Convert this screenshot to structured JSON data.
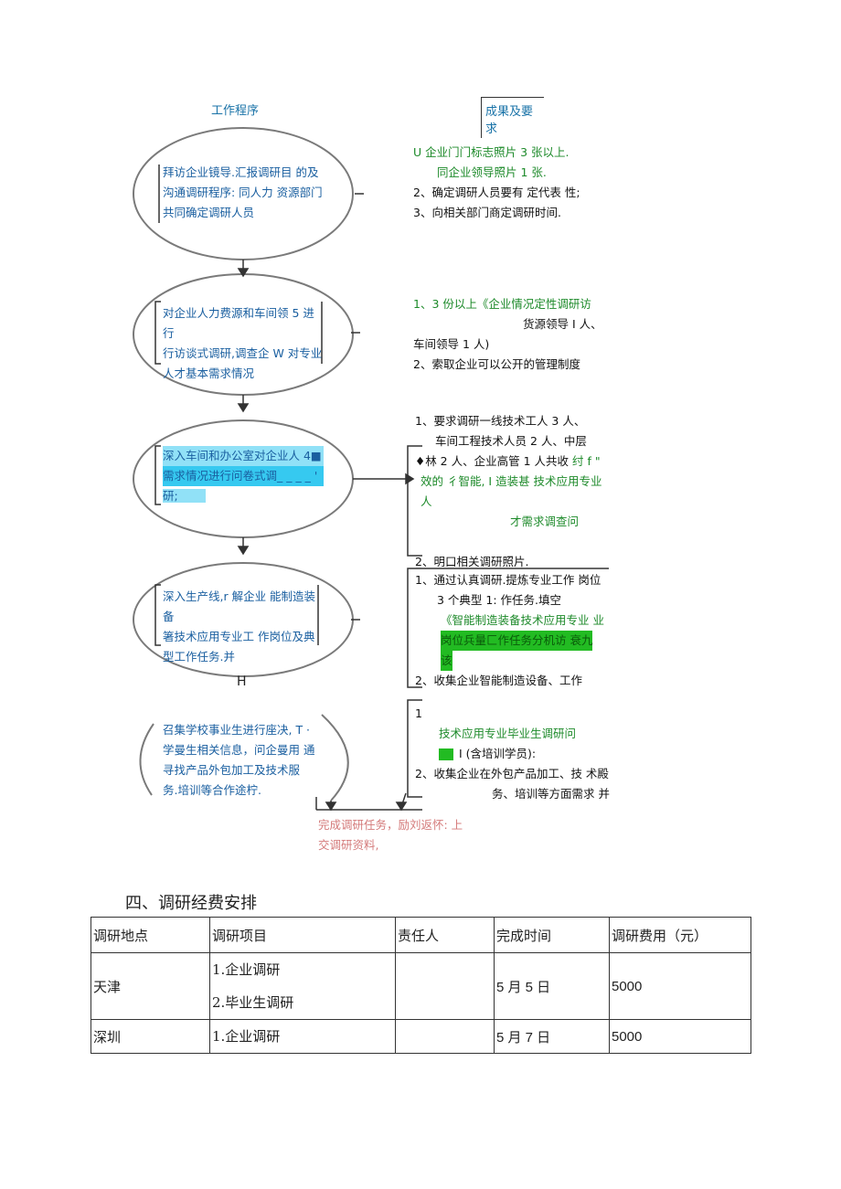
{
  "flow": {
    "header_left": "工作程序",
    "header_right": "成果及要求",
    "steps": [
      {
        "lines": [
          "拜访企业镜导.汇报调研目 的及",
          "沟通调研程序: 同人力 资源部门",
          "共同确定调研人员"
        ]
      },
      {
        "lines": [
          "对企业人力费源和车间领 5  进行",
          "行访谈式调研,调查企 W  对专业",
          "人才基本需求情况"
        ]
      },
      {
        "lines": [
          "深入车间和办公室对企业人 4■",
          "需求情况进行问卷式调_ _ _ _ '",
          "研;"
        ]
      },
      {
        "lines": [
          "深入生产线,r 解企业 能制造装备",
          "箸技术应用专业工 作岗位及典",
          "型工作任务.并"
        ]
      },
      {
        "lines": [
          "召集学校事业生进行座决, T  ·",
          "学曼生相关信息，问企曼用 通",
          "寻找产品外包加工及技术服",
          "务.培训等合作途柠."
        ]
      }
    ],
    "step4_marker": "H",
    "results": [
      {
        "lines": [
          "U 企业门门标志照片 3 张以上.",
          "同企业领导照片 1 张.",
          "2、确定调研人员要有 定代表 性;",
          "3、向相关部门商定调研时间."
        ]
      },
      {
        "lines": [
          "1、3 份以上《企业情况定性调研访",
          "货源领导 I 人、",
          "车间领导 1 人)",
          "2、索取企业可以公开的管理制度"
        ]
      },
      {
        "lines": [
          "1、要求调研一线技术工人 3 人、",
          "车间工程技术人员 2 人、中层",
          "♦林 2 人、企业高管 1 人共收",
          "纣 f  \"",
          "效的 彳智能, I 造装甚 技术应用专业人",
          "才需求调查问",
          "2、明口相关调研照片."
        ]
      },
      {
        "lines": [
          "1、通过认真调研.提炼专业工作 岗位",
          "3 个典型 1:  作任务.填空",
          "《智能制造装备技术应用专业 业",
          "岗位兵量匚作任务分机访 衰九",
          "该",
          "2、收集企业智能制造设备、工作"
        ]
      },
      {
        "lines": [
          "1",
          "技术应用专业毕业生调研问",
          "I  (含培训学员):",
          "2、收集企业在外包产品加工、技 术殿",
          "务、培训等方面需求 并"
        ]
      }
    ],
    "final_lines": [
      "完成调研任务，励刘返怀: 上",
      "交调研资料,"
    ]
  },
  "budget": {
    "section_title": "四、调研经费安排",
    "headers": [
      "调研地点",
      "调研项目",
      "责任人",
      "完成时间",
      "调研费用（元）"
    ],
    "rows": [
      {
        "place": "天津",
        "items": [
          "1.企业调研",
          "2.毕业生调研"
        ],
        "person": "",
        "date": "5 月 5 日",
        "cost": "5000"
      },
      {
        "place": "深圳",
        "items": [
          "1.企业调研"
        ],
        "person": "",
        "date": "5 月 7 日",
        "cost": "5000"
      }
    ]
  }
}
